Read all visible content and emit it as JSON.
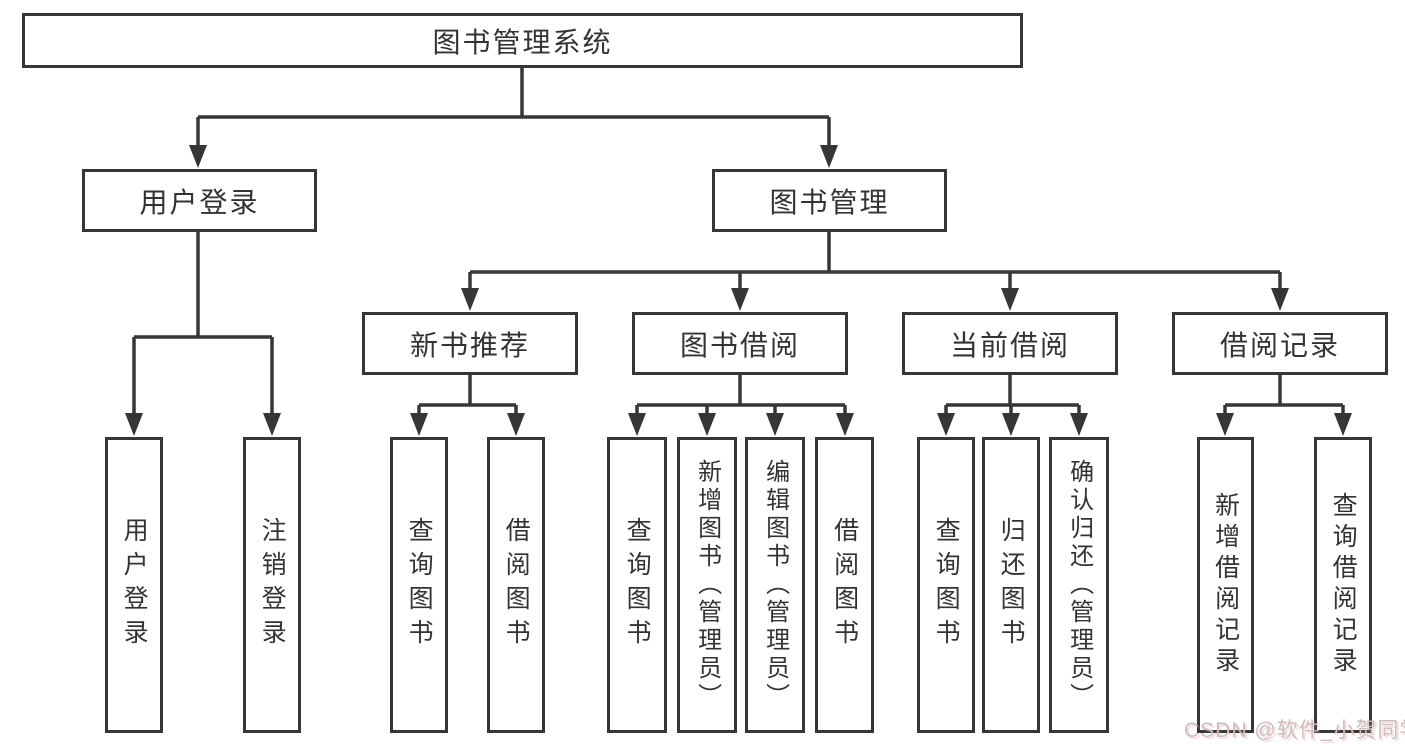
{
  "diagram": {
    "root": "图书管理系统",
    "branches": {
      "user_login": {
        "label": "用户登录",
        "children": {
          "login": "用户登录",
          "logout": "注销登录"
        }
      },
      "book_mgmt": {
        "label": "图书管理",
        "sections": {
          "new_book": {
            "label": "新书推荐",
            "children": {
              "query": "查询图书",
              "borrow": "借阅图书"
            }
          },
          "borrow": {
            "label": "图书借阅",
            "children": {
              "query": "查询图书",
              "add": "新增图书（管理员）",
              "edit": "编辑图书（管理员）",
              "borrow": "借阅图书"
            }
          },
          "current": {
            "label": "当前借阅",
            "children": {
              "query": "查询图书",
              "return": "归还图书",
              "confirm": "确认归还（管理员）"
            }
          },
          "records": {
            "label": "借阅记录",
            "children": {
              "add": "新增借阅记录",
              "query": "查询借阅记录"
            }
          }
        }
      }
    }
  },
  "watermark": {
    "text": "CSDN @软件_小贺同学"
  },
  "colors": {
    "line": "#363636",
    "text": "#333333",
    "watermark": "#c7c0c0",
    "background": "#ffffff"
  }
}
